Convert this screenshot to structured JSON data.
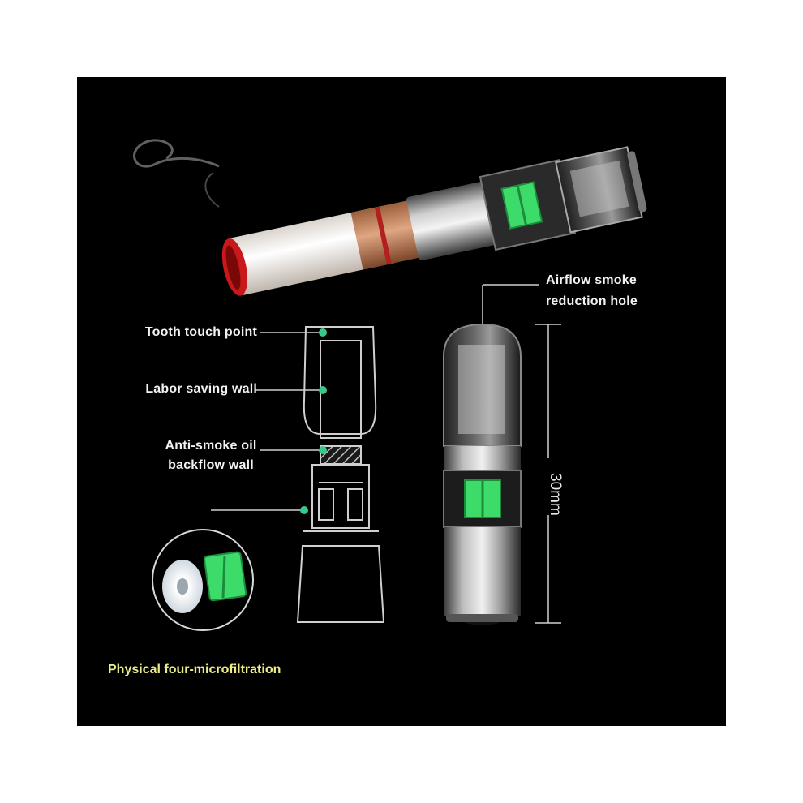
{
  "labels": {
    "tooth_touch_point": "Tooth touch point",
    "labor_saving_wall": "Labor saving wall",
    "anti_smoke_line1": "Anti-smoke oil",
    "anti_smoke_line2": "backflow wall",
    "airflow_line1": "Airflow smoke",
    "airflow_line2": "reduction hole",
    "dimension": "30mm",
    "caption": "Physical four-microfiltration"
  },
  "colors": {
    "background": "#000000",
    "accent_green": "#35c98a",
    "filter_green": "#3ddc6a",
    "caption_yellow": "#ecec8a",
    "label_white": "#f2f2f2",
    "tobacco_ember": "#c8181a",
    "filter_tan": "#c98a5e"
  },
  "icons": [
    "cigarette-illustration",
    "filter-cross-section",
    "filter-3d-render",
    "filter-parts-inset"
  ]
}
